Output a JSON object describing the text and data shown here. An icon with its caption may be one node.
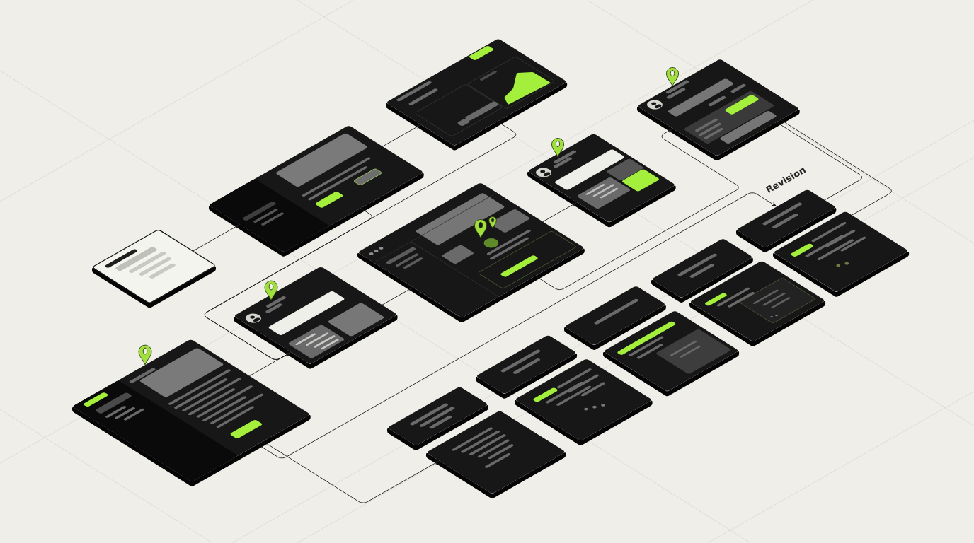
{
  "diagram": {
    "nodes": [
      {
        "text": [],
        "shape": "picture"
      },
      {
        "text": [],
        "shape": "picture"
      },
      {
        "text": [],
        "shape": "picture"
      },
      {
        "text": [],
        "shape": "picture"
      },
      {
        "text": [],
        "shape": "picture"
      },
      {
        "text": [],
        "shape": "picture"
      },
      {
        "text": [],
        "shape": "picture"
      },
      {
        "text": [],
        "shape": "picture"
      },
      {
        "text": [],
        "shape": "picture"
      },
      {
        "text": [],
        "shape": "picture"
      },
      {
        "text": [],
        "shape": "picture"
      },
      {
        "text": [],
        "shape": "picture"
      },
      {
        "text": [],
        "shape": "picture"
      },
      {
        "text": [],
        "shape": "picture"
      },
      {
        "text": [],
        "shape": "picture"
      },
      {
        "text": [],
        "shape": "picture"
      },
      {
        "text": [],
        "shape": "picture"
      },
      {
        "text": [],
        "shape": "picture"
      }
    ],
    "edges": [
      {
        "from": 7,
        "to": 2,
        "arrow": "to"
      },
      {
        "from": 2,
        "to": 0,
        "arrow": "to"
      },
      {
        "from": 0,
        "to": 10,
        "arrow": "to"
      },
      {
        "from": 2,
        "to": 10,
        "arrow": "to"
      },
      {
        "from": 13,
        "to": 10,
        "arrow": "to"
      },
      {
        "from": 10,
        "to": 4,
        "arrow": "to"
      },
      {
        "from": 4,
        "to": 3,
        "arrow": "to"
      },
      {
        "from": 4,
        "to": 1,
        "arrow": "to"
      },
      {
        "from": 13,
        "to": 5,
        "arrow": "to",
        "label": "Revision"
      },
      {
        "from": 13,
        "to": 17,
        "arrow": "to"
      },
      {
        "from": 1,
        "to": 5,
        "arrow": "none"
      },
      {
        "from": 1,
        "to": 6,
        "arrow": "none"
      }
    ]
  }
}
